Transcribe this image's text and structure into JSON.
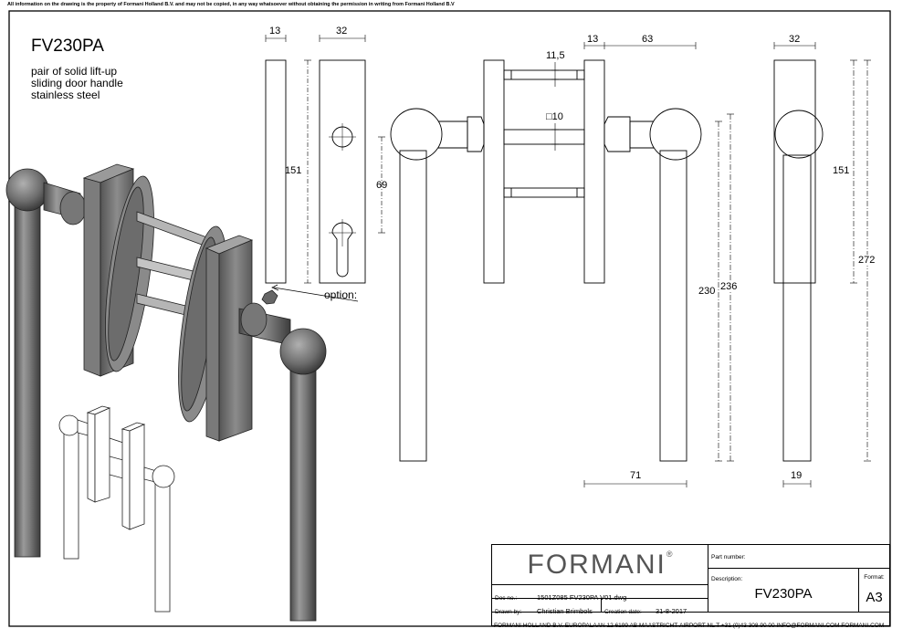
{
  "notice": "All information on the drawing is the property of Formani Holland B.V. and may not be copied, in any way whatsoever without obtaining the permission in writing from Formani Holland B.V",
  "product": {
    "title": "FV230PA",
    "description": [
      "pair of solid lift-up",
      "sliding door handle",
      "stainless steel"
    ]
  },
  "callout": "option:",
  "dimensions": {
    "plate_thickness": "13",
    "plate_width": "32",
    "plate_height": "151",
    "hole_spacing": "69",
    "rod_diameter": "11,5",
    "spindle_square": "□10",
    "rose_thickness": "13",
    "handle_projection": "63",
    "handle_length_inner": "230",
    "handle_length_outer": "236",
    "handle_offset_left": "71",
    "side_width": "32",
    "side_height": "151",
    "side_total": "272",
    "grip_diameter": "19"
  },
  "title_block": {
    "logo": "FORMANI",
    "logo_mark": "®",
    "part_number_label": "Part number:",
    "description_label": "Description:",
    "description_value": "FV230PA",
    "format_label": "Format:",
    "format_value": "A3",
    "doc_no_label": "Doc no.:",
    "doc_no_value": "1501Z085 FV230PA V01.dwg",
    "drawn_by_label": "Drawn by:",
    "drawn_by_value": "Christian Brimbols",
    "creation_date_label": "Creation date:",
    "creation_date_value": "31-8-2017",
    "footer": "FORMANI HOLLAND B.V.  EUROPALAAN 12  6199 AB MAASTRICHT-AIRPORT NL  T +31 (0)43 308 90 00 INFO@FORMANI.COM FORMANI.COM"
  }
}
